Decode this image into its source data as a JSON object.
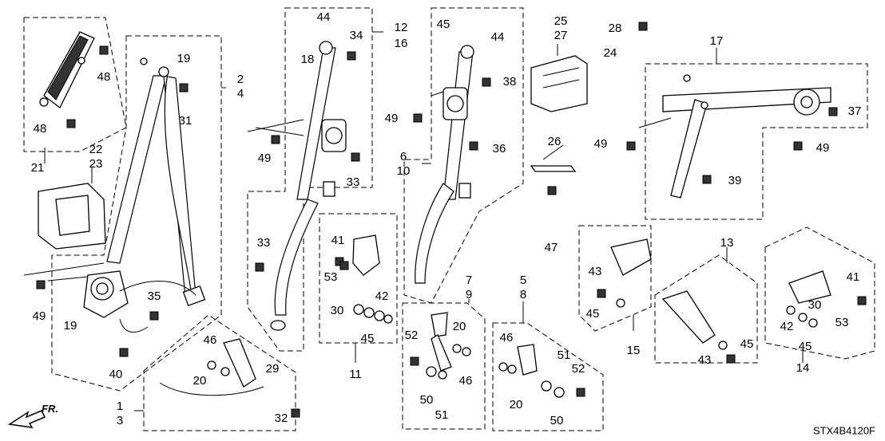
{
  "diagram": {
    "code": "STX4B4120F",
    "direction": "FR.",
    "labels": [
      "1",
      "2",
      "3",
      "4",
      "5",
      "6",
      "7",
      "8",
      "9",
      "10",
      "11",
      "12",
      "13",
      "14",
      "15",
      "16",
      "17",
      "18",
      "19",
      "20",
      "21",
      "22",
      "23",
      "24",
      "25",
      "26",
      "27",
      "28",
      "29",
      "30",
      "31",
      "32",
      "33",
      "34",
      "35",
      "36",
      "37",
      "38",
      "39",
      "40",
      "41",
      "42",
      "43",
      "44",
      "45",
      "46",
      "47",
      "48",
      "49",
      "50",
      "51",
      "52",
      "53"
    ]
  }
}
